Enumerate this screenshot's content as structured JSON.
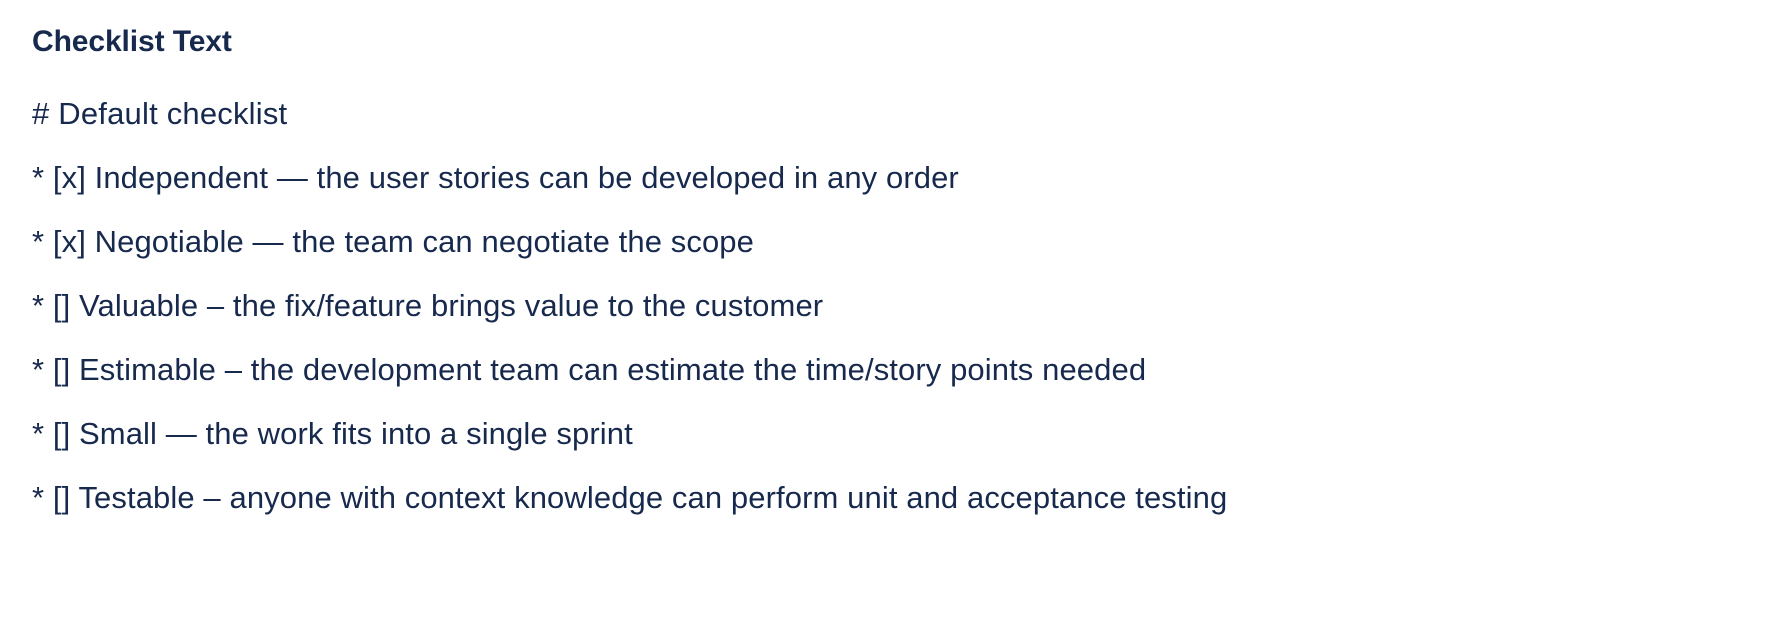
{
  "field": {
    "label": "Checklist Text",
    "label_color": "#17294D",
    "text_color": "#17294D",
    "background_color": "#FFFFFF"
  },
  "checklist": {
    "heading": "# Default checklist",
    "lines": [
      "# Default checklist",
      "* [x] Independent — the user stories can be developed in any order",
      "* [x] Negotiable — the team can negotiate the scope",
      "* [] Valuable – the fix/feature brings value to the customer",
      "* [] Estimable – the development team can estimate the time/story points needed",
      "* [] Small — the work fits into a single sprint",
      "* [] Testable – anyone with context knowledge can perform unit and acceptance testing"
    ],
    "items": [
      {
        "marker": "*",
        "checkbox": "[x]",
        "checked": true,
        "title": "Independent",
        "dash": "—",
        "description": "the user stories can be developed in any order"
      },
      {
        "marker": "*",
        "checkbox": "[x]",
        "checked": true,
        "title": "Negotiable",
        "dash": "—",
        "description": "the team can negotiate the scope"
      },
      {
        "marker": "*",
        "checkbox": "[]",
        "checked": false,
        "title": "Valuable",
        "dash": "–",
        "description": "the fix/feature brings value to the customer"
      },
      {
        "marker": "*",
        "checkbox": "[]",
        "checked": false,
        "title": "Estimable",
        "dash": "–",
        "description": "the development team can estimate the time/story points needed"
      },
      {
        "marker": "*",
        "checkbox": "[]",
        "checked": false,
        "title": "Small",
        "dash": "—",
        "description": "the work fits into a single sprint"
      },
      {
        "marker": "*",
        "checkbox": "[]",
        "checked": false,
        "title": "Testable",
        "dash": "–",
        "description": "anyone with context knowledge can perform unit and acceptance testing"
      }
    ]
  }
}
